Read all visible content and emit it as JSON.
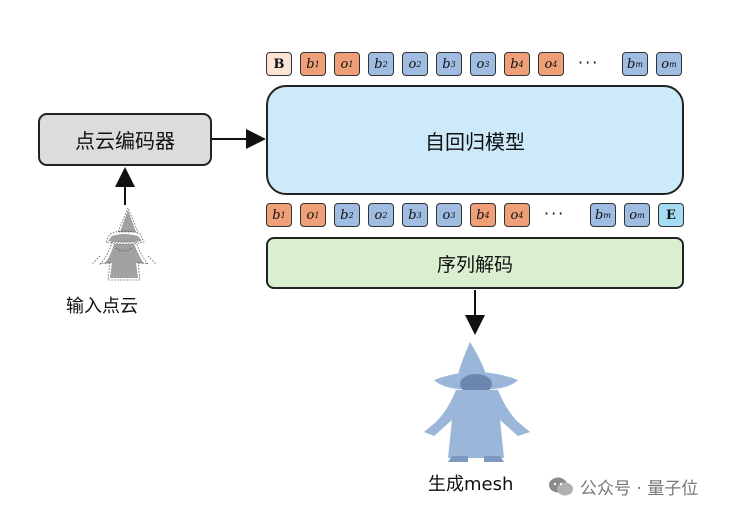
{
  "nodes": {
    "encoder": "点云编码器",
    "autoregressive_model": "自回归模型",
    "decoder": "序列解码",
    "input_label": "输入点云",
    "output_label": "生成mesh"
  },
  "top_tokens": [
    {
      "type": "start",
      "label": "B"
    },
    {
      "type": "b",
      "base": "b",
      "sub": "1"
    },
    {
      "type": "o",
      "base": "o",
      "sub": "1"
    },
    {
      "type": "b2",
      "base": "b",
      "sub": "2"
    },
    {
      "type": "o2",
      "base": "o",
      "sub": "2"
    },
    {
      "type": "b2",
      "base": "b",
      "sub": "3"
    },
    {
      "type": "o2",
      "base": "o",
      "sub": "3"
    },
    {
      "type": "b",
      "base": "b",
      "sub": "4"
    },
    {
      "type": "o",
      "base": "o",
      "sub": "4"
    },
    {
      "type": "ellipsis",
      "label": "···"
    },
    {
      "type": "b2",
      "base": "b",
      "sub": "m"
    },
    {
      "type": "o2",
      "base": "o",
      "sub": "m"
    }
  ],
  "bottom_tokens": [
    {
      "type": "b",
      "base": "b",
      "sub": "1"
    },
    {
      "type": "o",
      "base": "o",
      "sub": "1"
    },
    {
      "type": "b2",
      "base": "b",
      "sub": "2"
    },
    {
      "type": "o2",
      "base": "o",
      "sub": "2"
    },
    {
      "type": "b2",
      "base": "b",
      "sub": "3"
    },
    {
      "type": "o2",
      "base": "o",
      "sub": "3"
    },
    {
      "type": "b",
      "base": "b",
      "sub": "4"
    },
    {
      "type": "o",
      "base": "o",
      "sub": "4"
    },
    {
      "type": "ellipsis",
      "label": "···"
    },
    {
      "type": "b2",
      "base": "b",
      "sub": "m"
    },
    {
      "type": "o2",
      "base": "o",
      "sub": "m"
    },
    {
      "type": "end",
      "label": "E"
    }
  ],
  "watermark": {
    "icon": "wechat-icon",
    "text": "公众号 · 量子位"
  },
  "colors": {
    "token_blue": "#9fbde3",
    "token_orange": "#ee9f78",
    "start_token": "#fbe4d6",
    "end_token": "#a6dcf3",
    "encoder_fill": "#dcdcdc",
    "model_fill": "#cdeafa",
    "decoder_fill": "#d9efcf",
    "point_cloud": "#555555",
    "mesh": "#9db8da"
  }
}
